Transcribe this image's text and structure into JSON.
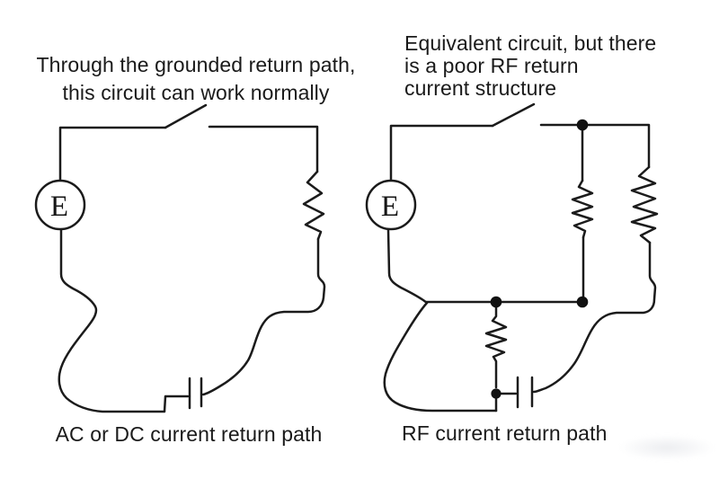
{
  "colors": {
    "background": "#ffffff",
    "ink": "#1a1a1a"
  },
  "left_circuit": {
    "caption_top_lines": [
      "Through the grounded return path,",
      "this circuit can work normally"
    ],
    "source_label": "E",
    "caption_bottom": "AC or DC current return path"
  },
  "right_circuit": {
    "caption_top_lines": [
      "Equivalent circuit, but there",
      "is a poor RF return",
      "current structure"
    ],
    "source_label": "E",
    "caption_bottom": "RF current return path"
  }
}
